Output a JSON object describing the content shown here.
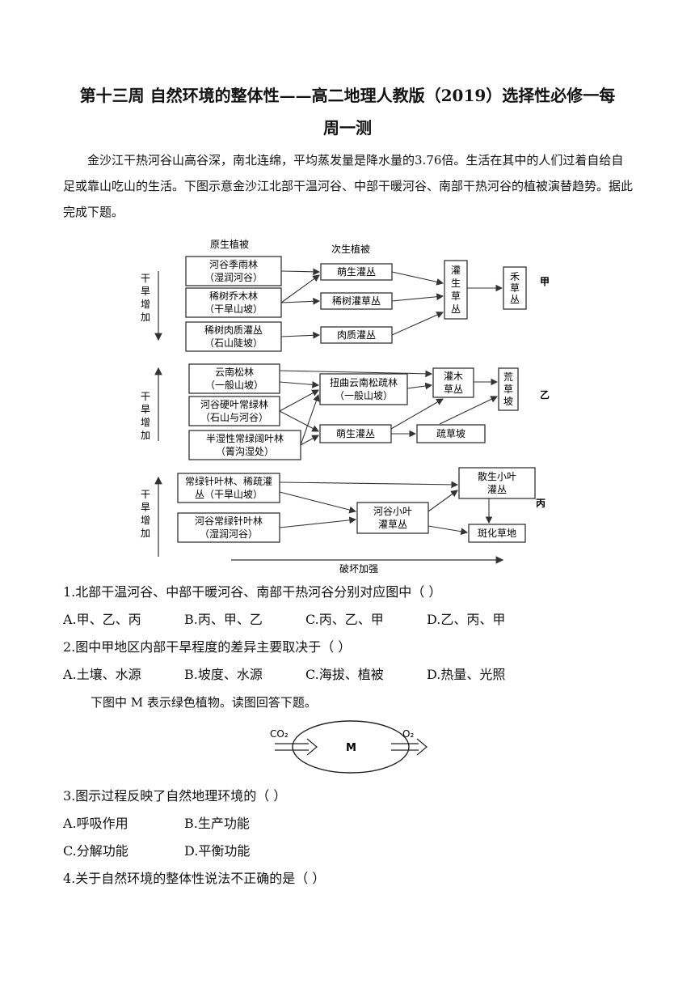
{
  "title_line1": "第十三周 自然环境的整体性——高二地理人教版（2019）选择性必修一每",
  "title_line2": "周一测",
  "intro": "金沙江干热河谷山高谷深，南北连绵，平均蒸发量是降水量的3.76倍。生活在其中的人们过着自给自足或靠山吃山的生活。下图示意金沙江北部干温河谷、中部干暖河谷、南部干热河谷的植被演替趋势。据此完成下题。",
  "diagram1": {
    "header_primary": "原生植被",
    "header_secondary": "次生植被",
    "dryness_label": [
      "干",
      "旱",
      "增",
      "加"
    ],
    "destruction_label": "破坏加强",
    "jia": {
      "label": "甲",
      "primary": [
        [
          "河谷季雨林",
          "（湿润河谷）"
        ],
        [
          "稀树乔木林",
          "（干旱山坡）"
        ],
        [
          "稀树肉质灌丛",
          "（石山陡坡）"
        ]
      ],
      "secondary": [
        "萌生灌丛",
        "稀树灌草丛",
        "肉质灌丛"
      ],
      "stage3": [
        "灌",
        "生",
        "草",
        "丛"
      ],
      "stage4": [
        "禾",
        "草",
        "丛"
      ]
    },
    "yi": {
      "label": "乙",
      "primary": [
        [
          "云南松林",
          "（一般山坡）"
        ],
        [
          "河谷硬叶常绿林",
          "（石山与河谷）"
        ],
        [
          "半湿性常绿阔叶林",
          "（箐沟湿处）"
        ]
      ],
      "secondary": [
        [
          "扭曲云南松疏林",
          "（一般山坡）"
        ],
        [
          "萌生灌丛"
        ]
      ],
      "stage3": [
        [
          "灌木",
          "草丛"
        ],
        [
          "疏草坡"
        ]
      ],
      "stage4": [
        "荒",
        "草",
        "坡"
      ]
    },
    "bing": {
      "label": "丙",
      "primary": [
        [
          "常绿针叶林、稀疏灌",
          "丛（干旱山坡）"
        ],
        [
          "河谷常绿针叶林",
          "（湿润河谷）"
        ]
      ],
      "secondary": [
        "河谷小叶",
        "灌草丛"
      ],
      "stage3": [
        [
          "散生小叶",
          "灌丛"
        ],
        [
          "斑化草地"
        ]
      ]
    }
  },
  "q1": {
    "stem": "1.北部干温河谷、中部干暖河谷、南部干热河谷分别对应图中（    ）",
    "options": [
      "A.甲、乙、丙",
      "B.丙、甲、乙",
      "C.丙、乙、甲",
      "D.乙、丙、甲"
    ]
  },
  "q2": {
    "stem": "2.图中甲地区内部干旱程度的差异主要取决于（    ）",
    "options": [
      "A.土壤、水源",
      "B.坡度、水源",
      "C.海拔、植被",
      "D.热量、光照"
    ]
  },
  "intro2": "下图中 M 表示绿色植物。读图回答下题。",
  "diagram2": {
    "input": "CO₂",
    "center": "M",
    "output": "O₂"
  },
  "q3": {
    "stem": "3.图示过程反映了自然地理环境的（    ）",
    "options": [
      "A.呼吸作用",
      "B.生产功能",
      "C.分解功能",
      "D.平衡功能"
    ]
  },
  "q4": {
    "stem": "4.关于自然环境的整体性说法不正确的是（    ）"
  }
}
